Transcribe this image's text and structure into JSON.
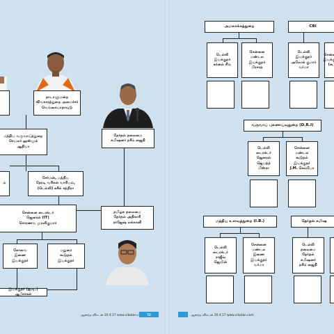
{
  "left": {
    "top_minister": "நாடாளுமன்ற\nவிவகாரத்துறை அமைச்சர்\nவெங்கையாநாயுடு",
    "chief_ec": "தேர்தல் தலைமை\nகமிஷனர் நசீம் ஜைதி",
    "central_revenue": "மத்திய வருவாய்த்துறை\nசெயலர் ஹஸ்முக்\nஆதியா",
    "central_board": "சேர்மன், மத்திய\nநேரடி வரிகள் வாரியம்,\n(டெல்லி) சுசீல் சந்திரா",
    "chennai_it": "சென்னை டைரக்டர்\nஜெனரல் (IT)\nசொரணவ முரளிகுமார்",
    "tn_ceo": "தமிழக தலைமை\nதேர்தல் அதிகாரி\nராஜேஷ் லக்கானி",
    "kovai": "கோவை\nஇணை\nஇயக்குநர்",
    "madurai": "மதுரை\nகூடுதல்\nஇயக்குநர்",
    "partial_left_mid": "ம்",
    "bottom_note": "இயக்குநர் (ஐ.டி.) ஆபீசர்கள்",
    "footer": "ஆனந்த விகடன் 20.4.17 www.vikatan.com",
    "page_no": "72"
  },
  "right": {
    "admin_header": "அமலாக்கத்துறை",
    "cbi_header": "CBI",
    "delhi_ed": "டெல்லி\nஇயக்குநர்\nகர்னல் சிங்",
    "chennai_ed": "சென்னை\nமண்டல\nஇயக்குநர்\nபிரசாத்",
    "delhi_cbi": "டெல்லி\nஇயக்குநர்\nஅலோக் குமார்\nவர்மா",
    "chennai_cbi": "சென்னை\nஇயக்குநர்\n(கூ)",
    "dri_header": "வருவாய் புலனாய்வுதுறை (D.R.I)",
    "delhi_dri": "டெல்லி\nடைரக்டர்\nஜெனரல்\nஜெயந்த்\nமிஸ்ரா",
    "chennai_dri": "சென்னை\nமண்டல\nகூடுதல்\nஇயக்குநர்\nJ.M. கெம்போ",
    "ib_header": "மத்திய உளவுத்துறை (I.B.)",
    "delhi_ib": "டெல்லி\nடைரக்டர்\nராஜீவ்\nஜெயின்",
    "chennai_ib": "சென்னை\nமண்டல\nஇணை\nஇயக்குநர்\nவர்மா",
    "ec_header": "தேர்தல் கமிஷ",
    "delhi_ec": "டெல்லி\nதலைமை\nதேர்தல்\nகமிஷனர்\nநசீம் ஜைதி",
    "footer": "ஆனந்த விகடன் 20.4.17 www.vikatan.com"
  },
  "colors": {
    "background": "#cfe0ef",
    "accent": "#2d9ad6"
  }
}
